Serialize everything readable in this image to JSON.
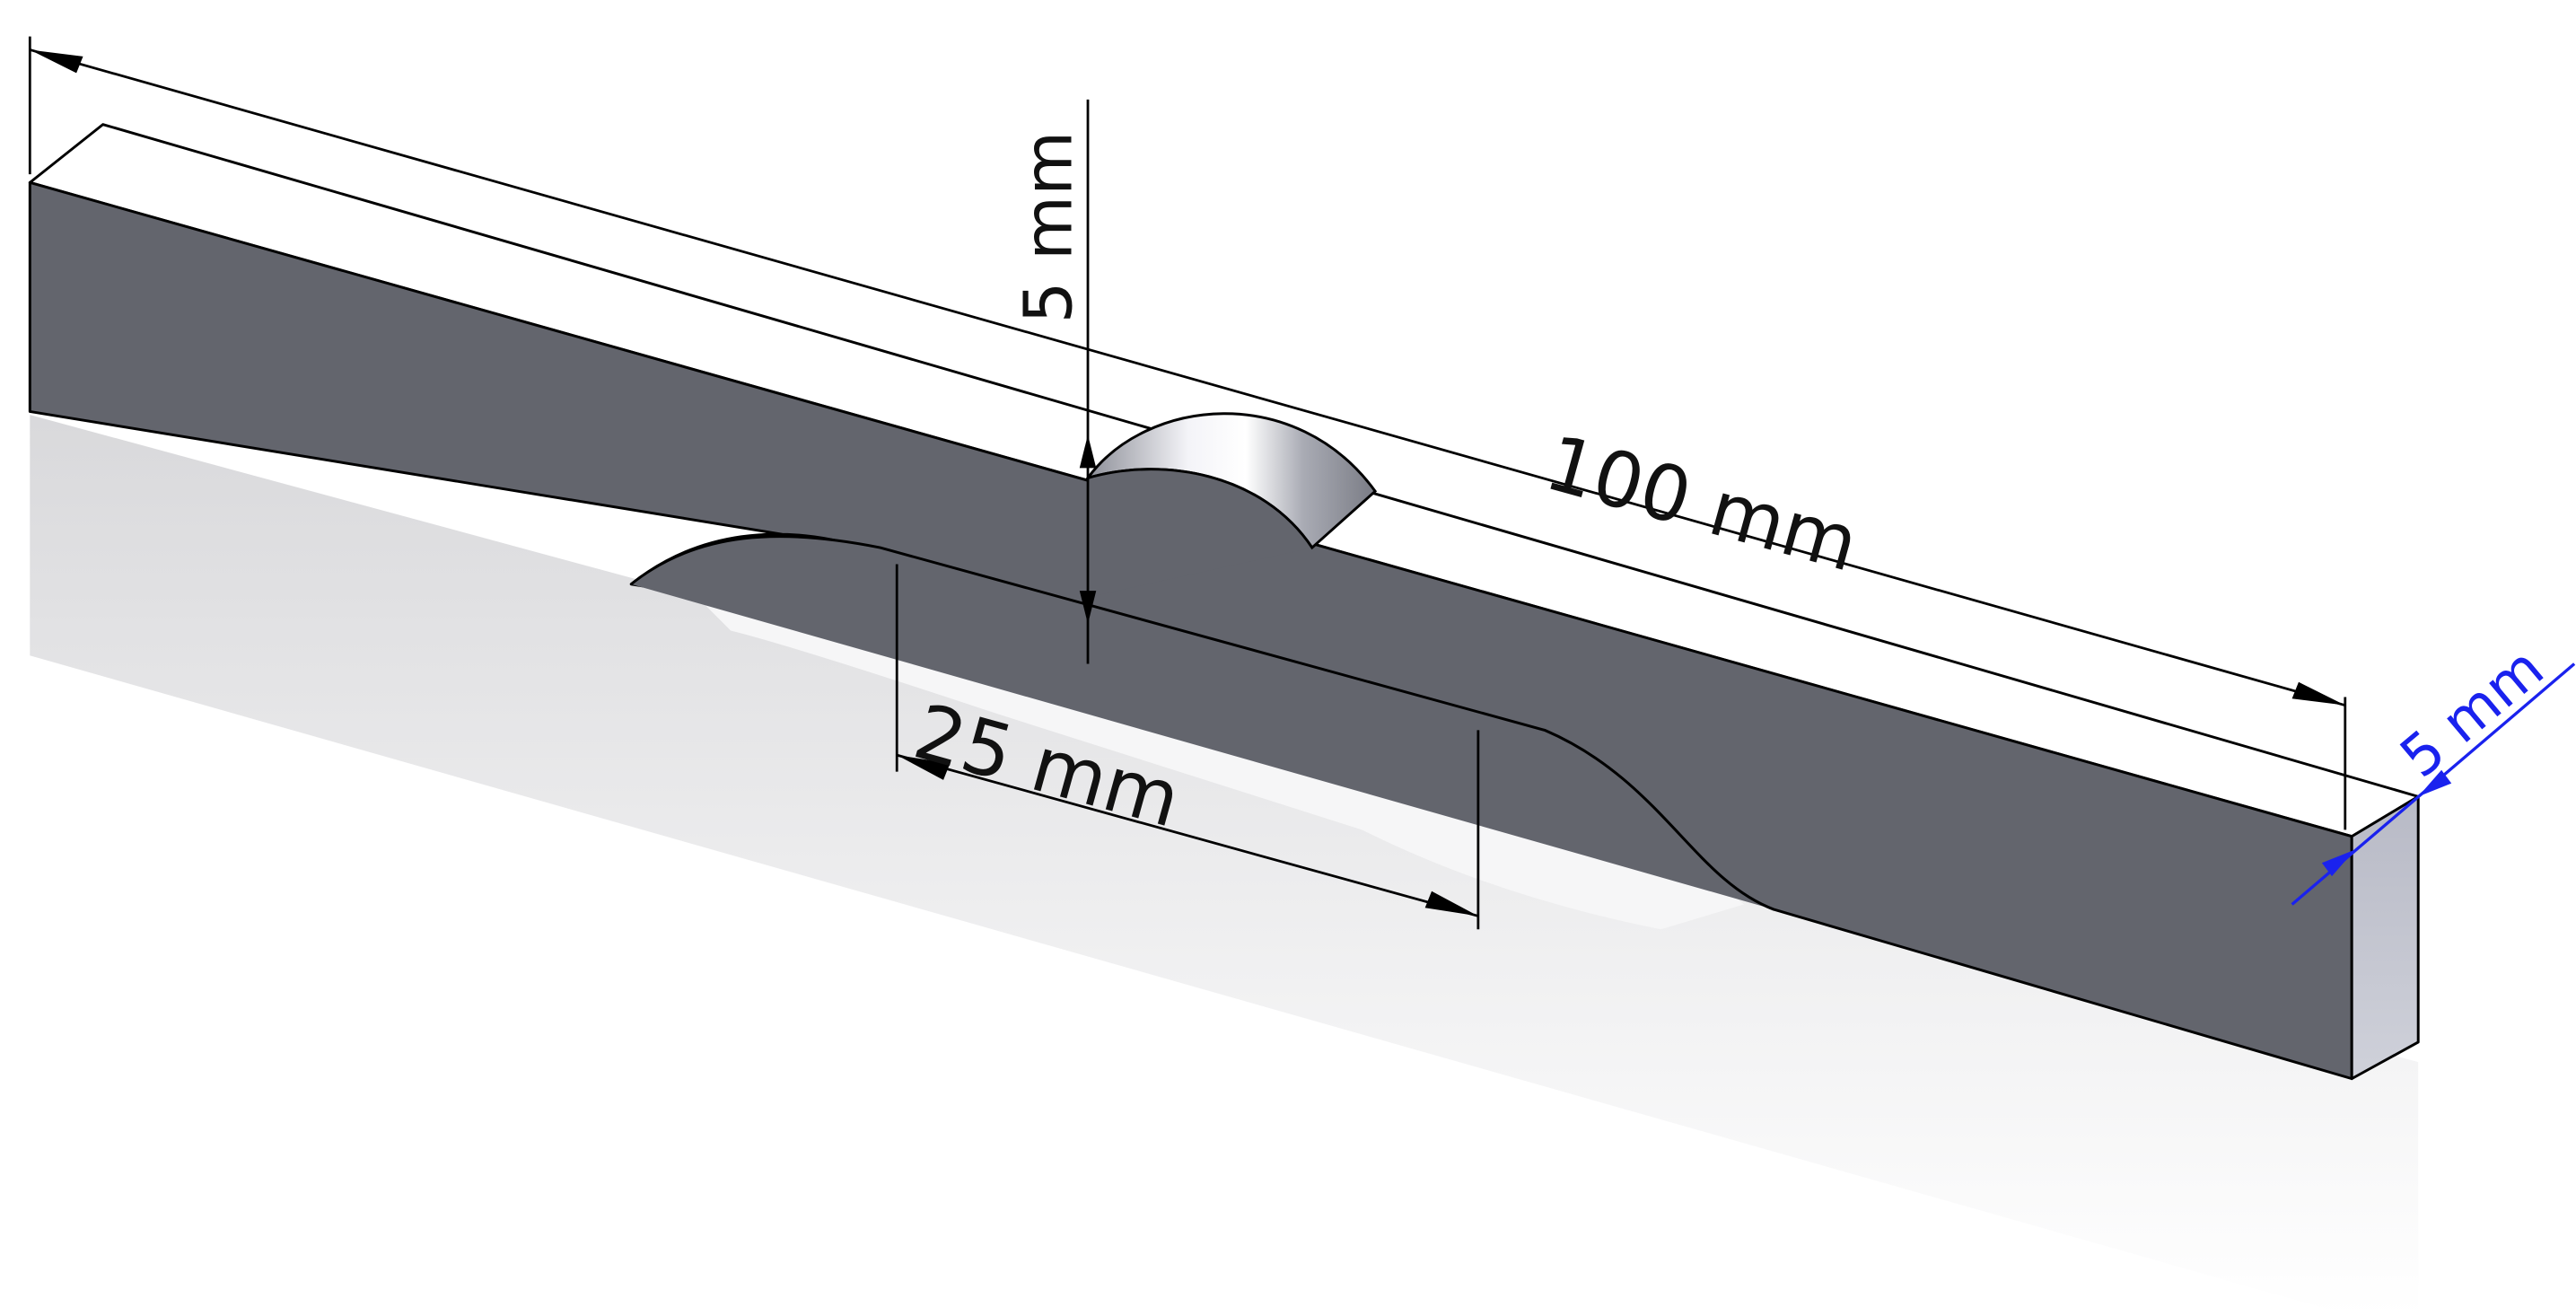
{
  "dimensions": {
    "total_length": "100 mm",
    "gauge_length": "25 mm",
    "gauge_width": "5 mm",
    "thickness": "5 mm"
  },
  "colors": {
    "front_face": "#63656d",
    "top_face": "#ffffff",
    "end_face": "#c3c5cf",
    "edge": "#000000",
    "dimension_line": "#000000",
    "thickness_dimension": "#1a22ee",
    "shadow": "#cfcfd2"
  }
}
